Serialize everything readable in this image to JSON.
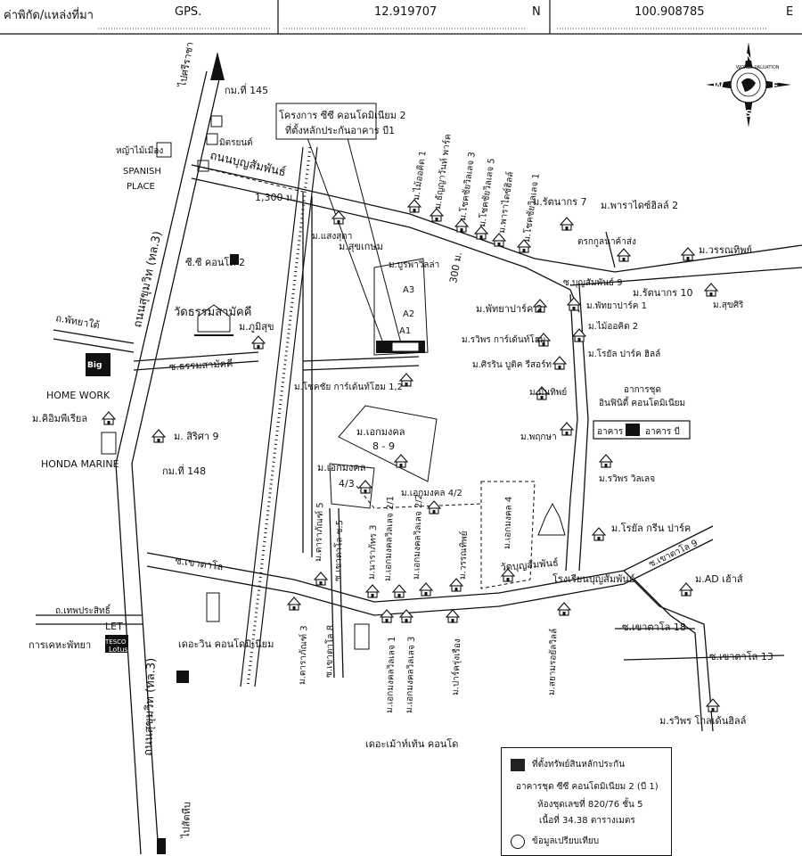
{
  "header": {
    "location_label": "ค่าพิกัด/แหล่งที่มา",
    "source": "GPS.",
    "latitude": "12.919707",
    "lat_dir": "N",
    "longitude": "100.908785",
    "lon_dir": "E"
  },
  "compass": {
    "n": "N",
    "s": "S",
    "e": "E",
    "w": "W",
    "ring": "WORLD VALUATION"
  },
  "labels": {
    "to_sriracha": "ไปศรีราชา",
    "km145": "กม.ที่ 145",
    "km148": "กม.ที่ 148",
    "to_sattahip": "ไปสัตหีบ",
    "sukhumvit1": "ถนนสุขุมวิท (ทล.3)",
    "sukhumvit2": "ถนนสุขุมวิท (ทล.3)",
    "boonsamphan_rd": "ถนนบุญสัมพันธ์",
    "dist_1300": "1,300 ม.",
    "dist_300": "300 ม.",
    "project": "โครงการ ซีซี คอนโดมิเนียม 2",
    "project2": "ที่ตั้งหลักประกันอาคาร บี1",
    "nya": "หญ้าไม้เมือง",
    "spanish": "SPANISH",
    "place": "PLACE",
    "mitrsorn": "มิตรยนต์",
    "cc_condo": "ซี.ซี คอนโด 2",
    "wat_dhamma": "วัดธรรมสามัคคี",
    "soi_dhamma": "ซ.ธรรมสามัคคี",
    "phumisuk": "ม.ภูมิสุข",
    "pattaya_tai": "ถ.พัทยาใต้",
    "homework": "HOME WORK",
    "big": "Big",
    "kiwi": "ม.คิอิมพีเรียล",
    "honda": "HONDA MARINE",
    "sirisa": "ม. สิริศา 9",
    "maiorchid1": "ม.ไม้ออคิด 1",
    "sanyaharn": "ม.ธัญญาวันท์ พาร์ค",
    "chokchai3": "ม.โชคชัยวิลเลจ 3",
    "chokchai5": "ม.โชคชัยวิลเลจ 5",
    "paradise": "ม.พาราไดซ์ฮิลล์",
    "chokchai1": "ม.โชคชัยวิลเลจ 1",
    "rattanakorn7": "ม.รัตนากร 7",
    "paradise2": "ม.พาราไดซ์ฮิลล์ 2",
    "sangsuda": "ม.แสงสุดา",
    "sukham": "ม.สุขเกษม",
    "buraphavilla": "ม.บูรพาวิลล่า",
    "krakoon": "ตรกกูลนาค้าส่ง",
    "wannathip": "ม.วรรณทิพย์",
    "soi_boon9": "ซ.บุญสัมพันธ์ 9",
    "rattanakorn10": "ม.รัตนากร 10",
    "suksiri": "ม.สุขศิริ",
    "pattaya_park2": "ม.พัทยาปาร์ค 2",
    "pattaya_park1": "ม.พัทยาปาร์ค 1",
    "maiorchid2": "ม.ไม้ออคิด 2",
    "ravipon_home": "ม.รวิพร การ์เด้นท์โฮม",
    "royal_hill": "ม.โรยัล ปาร์ค ฮิลล์",
    "sirin": "ม.ศิรริน บูติค รีสอร์ท",
    "montip": "ม.มันทิพย์",
    "infinity1": "อาการชุด",
    "infinity2": "อินฟินิตี้ คอนโดมิเนียม",
    "bldg_a": "อาคาร เอ",
    "bldg_b": "อาคาร บี",
    "choice_home": "ม.โชคชัย การ์เด้นท์โฮม 1,2",
    "ekmongkol89": "ม.เอกมงคล",
    "ekm89": "8 - 9",
    "ekm43": "ม.เอกมงคล",
    "ekm43b": "4/3",
    "ekm42": "ม.เอกมงคล 4/2",
    "ekm4": "ม.เอกมงคล 4",
    "pookaya": "ม.พฤกษา",
    "ravipon_v": "ม.รวิพร วิลเลจ",
    "royal_green": "ม.โรยัล กรีน ปาร์ค",
    "wat_boon": "วัดบุญสัมพันธ์",
    "school": "โรงเรียนบุญสัมพันธ์",
    "soi_khaotalo9": "ซ.เขาตาโล 9",
    "ad_house": "ม.AD เฮ้าส์",
    "soi_khaotalo": "ซ.เขาตาโล",
    "dara5": "ม.ดาราภัณฑ์ 5",
    "soi_kt5": "ซ.เขาตาโล ซ.5",
    "naraphat3": "ม.นาราภัทร 3",
    "ekm_v1": "ม.เอกมงคลวิลเลจ 2/1",
    "ekm_v2": "ม.เอกมงคลวิลเลจ 2/2",
    "wannathip2": "ม.วรรณทิพย์",
    "dara3": "ม.ดาราภัณฑ์ 3",
    "soi_kt8": "ซ.เขาตาโล 8",
    "ekm_v_1": "ม.เอกมงคลวิลเลจ 1",
    "ekm_v_3": "ม.เอกมงคลวิลเลจ 3",
    "park_rung": "ม.ปาร์ครุ่งเรือง",
    "siam_royal": "ม.สยามรอยัลวิลล์",
    "soi_kt18": "ซ.เขาตาโล 18",
    "soi_kt13": "ซ.เขาตาโล 13",
    "ravipon_gh": "ม.รวิพร โกลเด้นฮิลล์",
    "thepprasit": "ถ.เทพประสิทธิ์",
    "let": "LET",
    "tesco": "TESCO",
    "lotus": "Lotus",
    "kehapattaya": "การเคหะพัทยา",
    "the_win": "เดอะวิน คอนโดมิเนียม",
    "the_mountain": "เดอะเม้าท์เท้น คอนโด",
    "a1": "A1",
    "a2": "A2",
    "a3": "A3"
  },
  "legend": {
    "line1": "ที่ตั้งทรัพย์สินหลักประกัน",
    "line2": "อาคารชุด ซีซี คอนโดมิเนียม 2 (บี 1)",
    "line3": "ห้องชุดเลขที่ 820/76 ชั้น 5",
    "line4": "เนื้อที่ 34.38 ตารางเมตร",
    "line5": "ข้อมูลเปรียบเทียบ"
  }
}
